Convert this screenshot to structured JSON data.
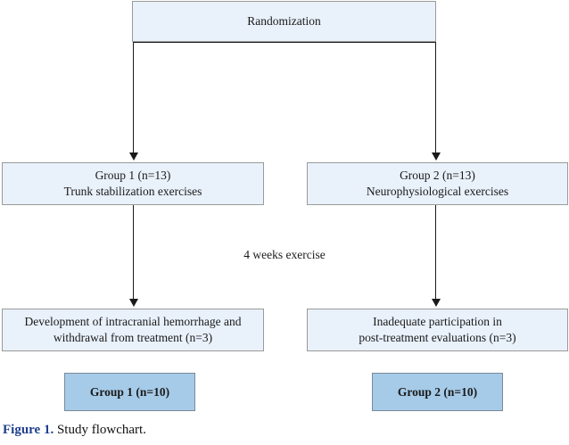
{
  "figure": {
    "caption_label": "Figure 1.",
    "caption_text": "Study flowchart.",
    "interval_label": "4 weeks exercise"
  },
  "colors": {
    "box_fill_light": "#e9f1fb",
    "box_fill_emphasis": "#a6cbe8",
    "box_border": "#9a9a9a",
    "connector": "#1a1a1a",
    "caption_accent": "#1f3f8f",
    "text": "#1a1a1a",
    "background": "#ffffff"
  },
  "flowchart": {
    "root": {
      "label": "Randomization"
    },
    "allocation": [
      {
        "line1": "Group 1 (n=13)",
        "line2": "Trunk stabilization exercises"
      },
      {
        "line1": "Group 2 (n=13)",
        "line2": "Neurophysiological exercises"
      }
    ],
    "dropout": [
      {
        "line1": "Development of intracranial hemorrhage and",
        "line2": "withdrawal from treatment (n=3)"
      },
      {
        "line1": "Inadequate participation in",
        "line2": "post-treatment evaluations (n=3)"
      }
    ],
    "final": [
      {
        "label": "Group 1 (n=10)"
      },
      {
        "label": "Group 2 (n=10)"
      }
    ]
  }
}
